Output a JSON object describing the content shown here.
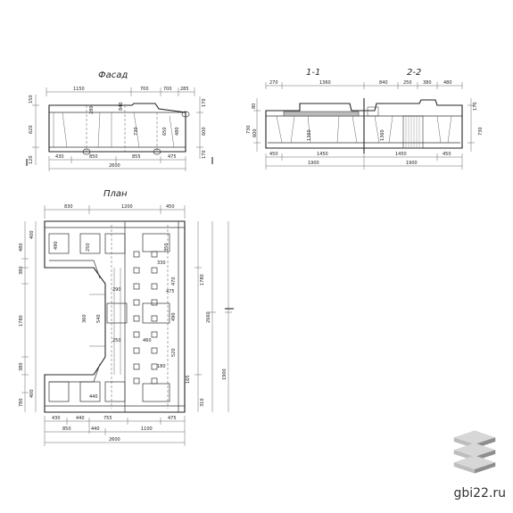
{
  "titles": {
    "facade": "Фасад",
    "section_1": "1-1",
    "section_2": "2-2",
    "plan": "План"
  },
  "facade": {
    "top_dims": [
      "1150",
      "700",
      "700",
      "285"
    ],
    "bottom_dims": [
      "430",
      "850",
      "855",
      "475"
    ],
    "overall": "2600",
    "left_dims": [
      "150",
      "620",
      "120"
    ],
    "right_dims": [
      "170",
      "600",
      "170"
    ],
    "inner_labels": [
      "840",
      "280",
      "730",
      "650",
      "480"
    ]
  },
  "section_1": {
    "top_dims": [
      "270",
      "1360"
    ],
    "bottom_dims": [
      "450",
      "1450"
    ],
    "overall": "1900",
    "left_dims": [
      "80",
      "730",
      "600"
    ],
    "inner_labels": [
      "1360"
    ]
  },
  "section_2": {
    "top_dims": [
      "840",
      "250",
      "380",
      "480"
    ],
    "bottom_dims": [
      "1450",
      "450"
    ],
    "overall": "1900",
    "right_dims": [
      "170",
      "730"
    ],
    "inner_labels": [
      "1360"
    ]
  },
  "plan": {
    "top_dims": [
      "830",
      "1200",
      "450"
    ],
    "bottom_dims_1": [
      "430",
      "440",
      "755",
      "475"
    ],
    "bottom_dims_2": [
      "850",
      "440",
      "1100"
    ],
    "overall": "2600",
    "left_dims": [
      "480",
      "400",
      "380",
      "1780",
      "380",
      "780",
      "400"
    ],
    "right_dims": [
      "1900",
      "2660",
      "1780",
      "310"
    ],
    "inner_labels": [
      "490",
      "250",
      "350",
      "360",
      "540",
      "470",
      "490",
      "520",
      "165",
      "440",
      "250",
      "460",
      "180",
      "330",
      "290",
      "475"
    ]
  },
  "watermark": {
    "text": "gbi22.ru",
    "colors": {
      "top": "#d7d7d7",
      "mid": "#bdbdbd",
      "side": "#8e8e8e"
    }
  }
}
